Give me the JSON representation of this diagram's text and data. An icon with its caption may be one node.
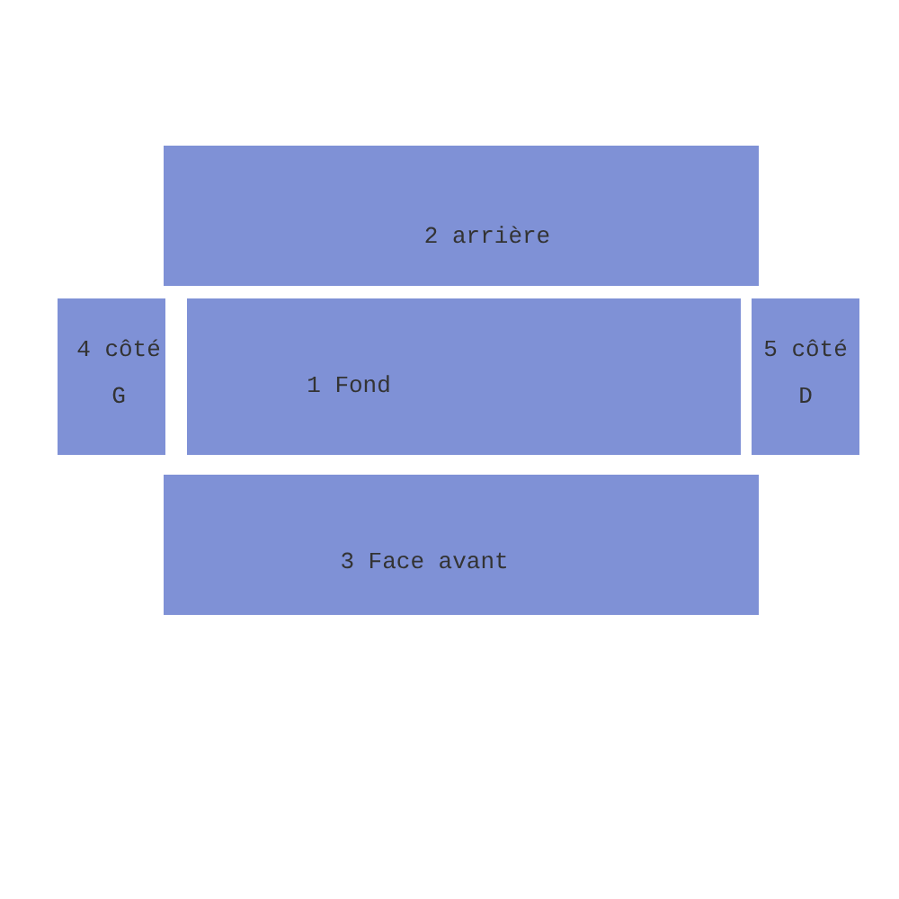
{
  "diagram": {
    "nodes": [
      {
        "text": [
          "2 arrière"
        ]
      },
      {
        "text": [
          "4 côté G"
        ]
      },
      {
        "text": [
          "1 Fond"
        ]
      },
      {
        "text": [
          "5 côté D"
        ]
      },
      {
        "text": [
          "3 Face avant"
        ]
      }
    ],
    "edges": []
  }
}
